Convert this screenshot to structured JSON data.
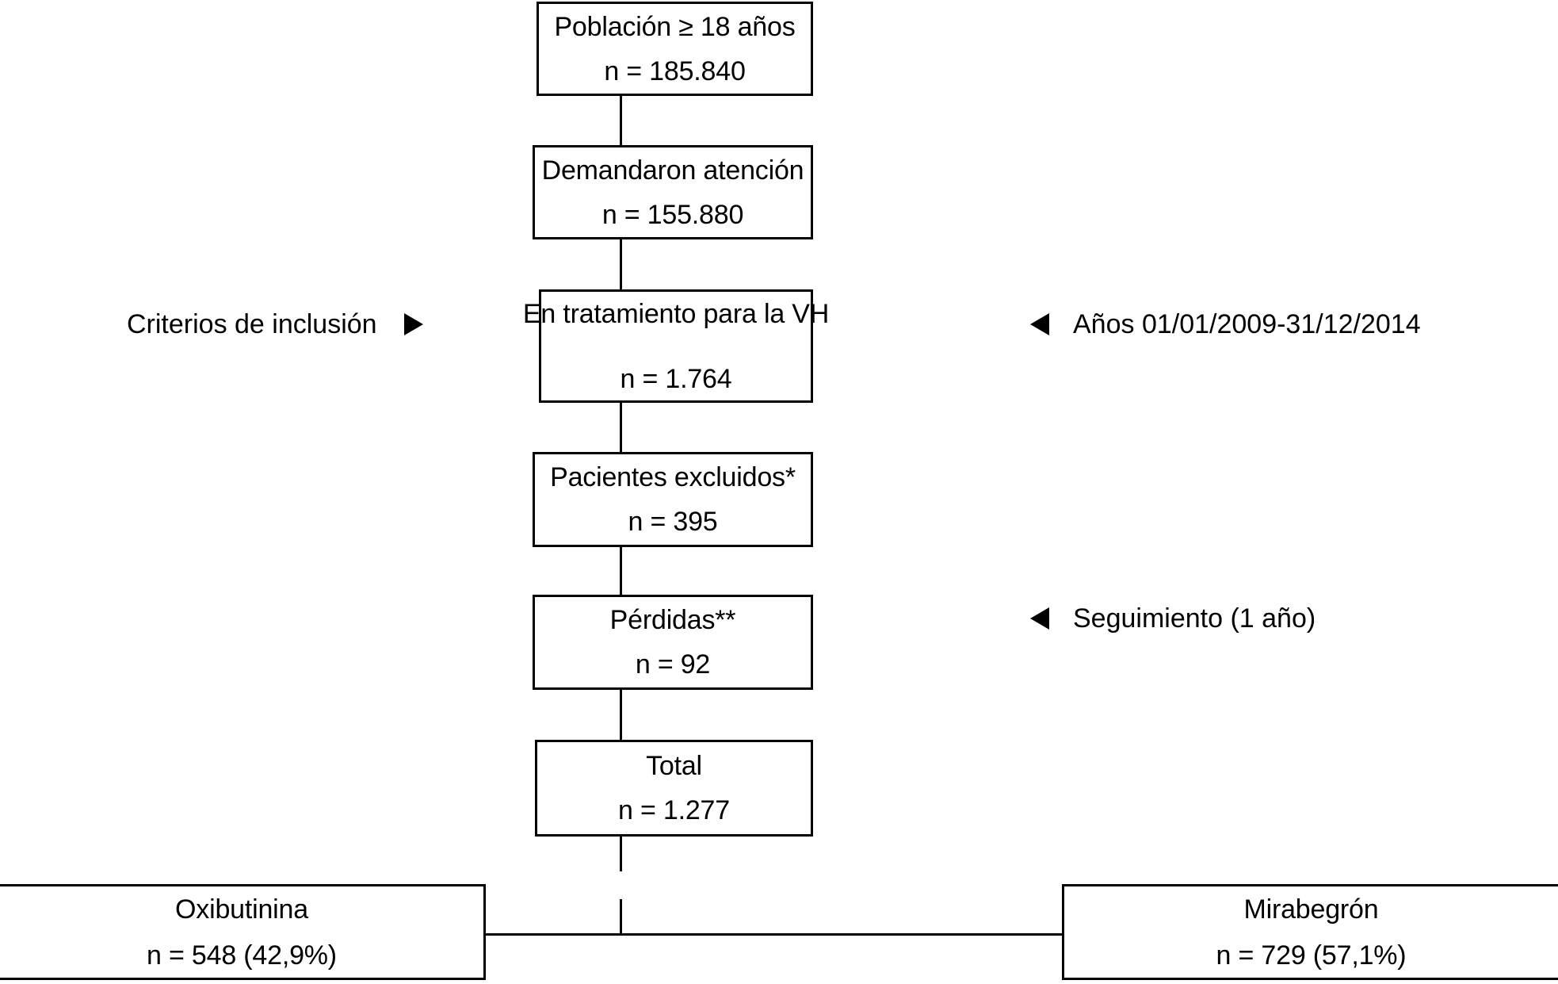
{
  "diagram": {
    "title": "Diagrama de flujo de selección de pacientes",
    "language": "es",
    "line_color": "#000000",
    "box_fill": "#ffffff",
    "nodes": [
      {
        "id": "poblacion",
        "line1": "Población ≥ 18 años",
        "line2": "n = 185.840"
      },
      {
        "id": "demandaron",
        "line1": "Demandaron atención",
        "line2": "n = 155.880"
      },
      {
        "id": "tratamiento",
        "line1": "En tratamiento para la VH",
        "line2": "n = 1.764"
      },
      {
        "id": "excluidos",
        "line1": "Pacientes excluidos*",
        "line2": "n = 395"
      },
      {
        "id": "perdidas",
        "line1": "Pérdidas**",
        "line2": "n = 92"
      },
      {
        "id": "total",
        "line1": "Total",
        "line2": "n = 1.277"
      },
      {
        "id": "oxibutinina",
        "line1": "Oxibutinina",
        "line2": "n = 548 (42,9%)"
      },
      {
        "id": "mirabegron",
        "line1": "Mirabegrón",
        "line2": "n = 729 (57,1%)"
      }
    ],
    "annotations": [
      {
        "id": "criterios",
        "text": "Criterios de inclusión",
        "marker": "triangle-right-icon",
        "target": "tratamiento",
        "side": "left"
      },
      {
        "id": "anios",
        "text": "Años 01/01/2009-31/12/2014",
        "marker": "triangle-left-icon",
        "target": "tratamiento",
        "side": "right"
      },
      {
        "id": "seguimiento",
        "text": "Seguimiento (1 año)",
        "marker": "triangle-left-icon",
        "target": "perdidas",
        "side": "right"
      }
    ]
  }
}
